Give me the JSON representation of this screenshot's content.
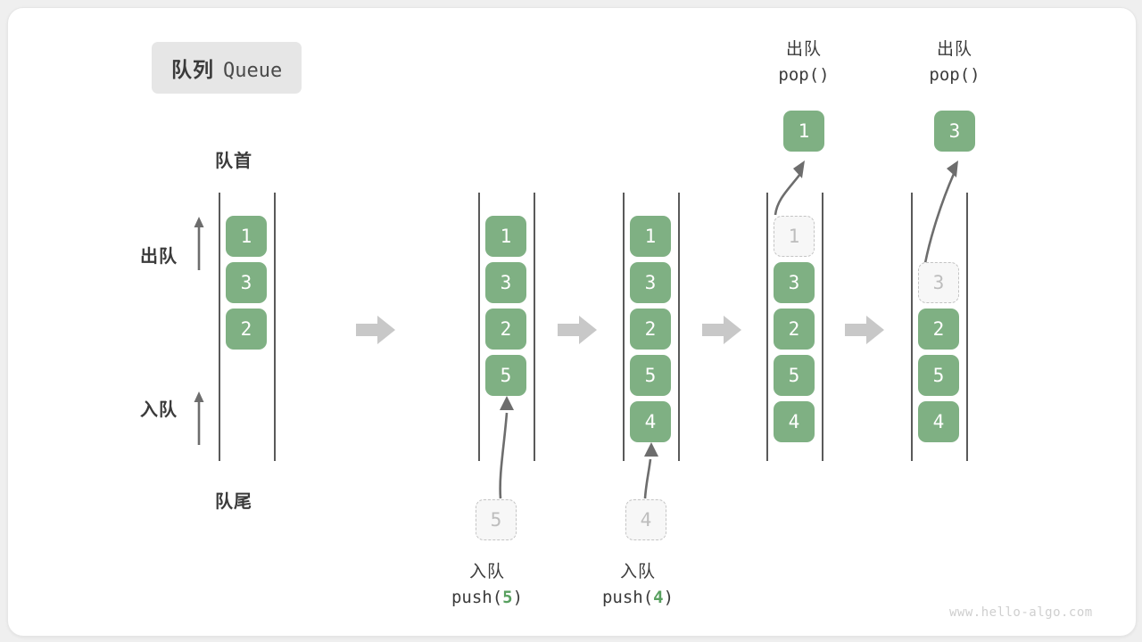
{
  "title": {
    "cn": "队列",
    "en": "Queue"
  },
  "labels": {
    "head": "队首",
    "tail": "队尾",
    "dequeue": "出队",
    "enqueue": "入队"
  },
  "watermark": "www.hello-algo.com",
  "colors": {
    "cell_fill": "#7fb083",
    "cell_text": "#ffffff",
    "ghost_border": "#c4c4c4",
    "ghost_text": "#bdbdbd",
    "rail": "#5a5a5a",
    "step_arrow": "#c8c8c8",
    "label_text": "#3b3b3b",
    "accent_green": "#58a05f",
    "badge_bg": "#e6e6e6",
    "canvas_bg": "#ffffff",
    "page_bg": "#efefef"
  },
  "steps": [
    {
      "id": "initial",
      "cells": [
        "1",
        "3",
        "2"
      ],
      "ghost_index": null,
      "ghost_value": null
    },
    {
      "id": "after-push-5",
      "cells": [
        "1",
        "3",
        "2",
        "5"
      ],
      "op_label": {
        "line1": "入队",
        "line2_prefix": "push(",
        "line2_value": "5",
        "line2_suffix": ")"
      },
      "incoming_ghost": "5"
    },
    {
      "id": "after-push-4",
      "cells": [
        "1",
        "3",
        "2",
        "5",
        "4"
      ],
      "op_label": {
        "line1": "入队",
        "line2_prefix": "push(",
        "line2_value": "4",
        "line2_suffix": ")"
      },
      "incoming_ghost": "4"
    },
    {
      "id": "pop-1",
      "cells": [
        "3",
        "2",
        "5",
        "4"
      ],
      "op_label": {
        "line1": "出队",
        "line2": "pop()"
      },
      "ghost_value": "1",
      "popped_value": "1"
    },
    {
      "id": "pop-3",
      "cells": [
        "2",
        "5",
        "4"
      ],
      "op_label": {
        "line1": "出队",
        "line2": "pop()"
      },
      "ghost_value": "3",
      "popped_value": "3"
    }
  ]
}
